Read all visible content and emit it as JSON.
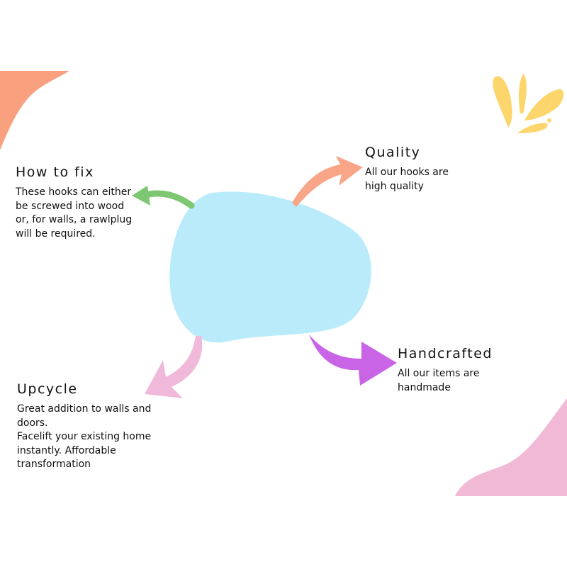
{
  "colors": {
    "background": "#ffffff",
    "blob_center": "#b9ebfb",
    "blob_top_left": "#f9a07f",
    "blob_bottom_right": "#f2b9d6",
    "splash_top_right": "#fcd66c",
    "arrow_how_to_fix": "#7dc672",
    "arrow_quality": "#f9a588",
    "arrow_handcrafted": "#c964e6",
    "arrow_upcycle": "#f1b9d9",
    "text": "#111111"
  },
  "sections": {
    "how_to_fix": {
      "title": "How to fix",
      "lines": [
        "These hooks can either",
        "be screwed into wood",
        "or, for walls, a rawlplug",
        "will be required."
      ]
    },
    "quality": {
      "title": "Quality",
      "lines": [
        "All our hooks are",
        "high quality"
      ]
    },
    "handcrafted": {
      "title": "Handcrafted",
      "lines": [
        "All our items are",
        "handmade"
      ]
    },
    "upcycle": {
      "title": "Upcycle",
      "lines": [
        "Great addition to walls and",
        "doors.",
        "Facelift your existing home",
        "instantly. Affordable",
        "transformation"
      ]
    }
  },
  "icons": {
    "center": "blob-shape",
    "decor_top_left": "blob-shape",
    "decor_bottom_right": "blob-shape",
    "decor_top_right": "splash-icon",
    "arrows": [
      "curved-arrow-icon"
    ]
  }
}
